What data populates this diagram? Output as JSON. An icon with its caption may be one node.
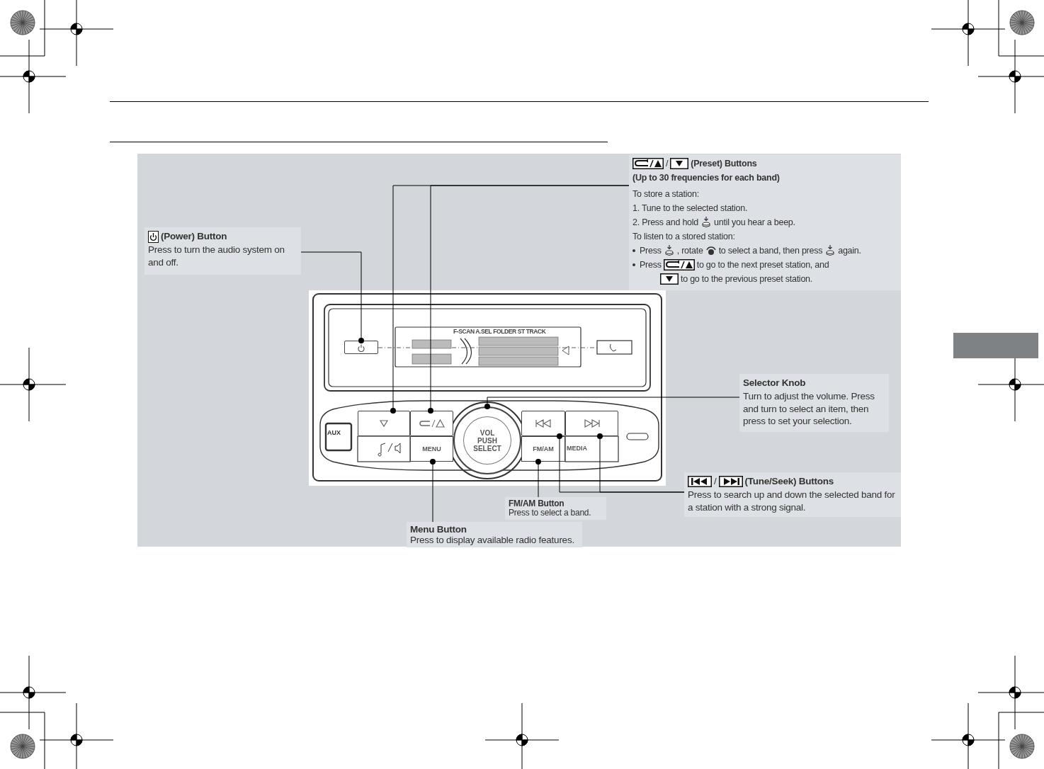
{
  "diagram": {
    "nodes": [
      {
        "text": [
          "/",
          "(Preset) Buttons",
          "(Up to 30 frequencies for each band)",
          "To store a station:",
          "1. Tune to the selected station.",
          "2. Press and hold",
          "until you hear a beep.",
          "To listen to a stored station:",
          "Press",
          ", rotate",
          "to select a band, then press",
          "again.",
          "Press",
          "to go to the next preset station, and",
          "to go to the previous preset station."
        ]
      },
      {
        "text": [
          "(Power) Button",
          "Press to turn the audio system on and off."
        ]
      },
      {
        "text": [
          "Selector Knob",
          "Turn to adjust the volume. Press and turn to select an item, then press to set your selection."
        ]
      },
      {
        "text": [
          "/",
          "(Tune/Seek) Buttons",
          "Press to search up and down the selected band for a station with a strong signal."
        ]
      },
      {
        "text": [
          "FM/AM Button",
          "Press to select a band."
        ]
      },
      {
        "text": [
          "Menu Button",
          "Press to display available radio features."
        ]
      },
      {
        "text": [],
        "shape": "box"
      },
      {
        "text": [],
        "shape": "box"
      },
      {
        "text": [],
        "shape": "box"
      },
      {
        "text": [
          "VOL PUSH SELECT"
        ]
      },
      {
        "text": [],
        "shape": "box"
      },
      {
        "text": [],
        "shape": "box"
      },
      {
        "text": [
          "MENU"
        ]
      },
      {
        "text": [
          "FM/AM"
        ]
      },
      {
        "text": [],
        "shape": "box"
      }
    ],
    "edges": [
      {
        "from": 1,
        "to": 6,
        "arrow": "other"
      },
      {
        "from": 0,
        "to": 7,
        "arrow": "other"
      },
      {
        "from": 0,
        "to": 8,
        "arrow": "other"
      },
      {
        "from": 2,
        "to": 9,
        "arrow": "other"
      },
      {
        "from": 3,
        "to": 10,
        "arrow": "other"
      },
      {
        "from": 3,
        "to": 11,
        "arrow": "other"
      },
      {
        "from": 5,
        "to": 12,
        "arrow": "other"
      },
      {
        "from": 4,
        "to": 13,
        "arrow": "other"
      }
    ],
    "labels": [
      "F-SCAN A.SEL FOLDER ST TRACK",
      "AUX",
      "MEDIA"
    ]
  }
}
